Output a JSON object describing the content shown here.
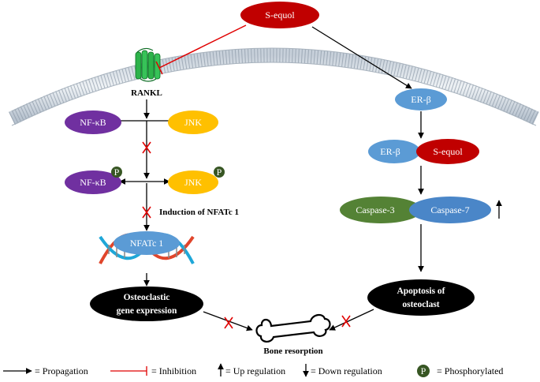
{
  "nodes": {
    "s_equol_top": "S-equol",
    "rankl": "RANKL",
    "nfkb_1": "NF-κB",
    "jnk_1": "JNK",
    "nfkb_2": "NF-κB",
    "jnk_2": "JNK",
    "phos_mark_1": "P",
    "phos_mark_2": "P",
    "induction": "Induction  of NFATc 1",
    "nfatc1": "NFATc 1",
    "osteo_gene_line1": "Osteoclastic",
    "osteo_gene_line2": "gene expression",
    "er_beta_1": "ER-β",
    "er_beta_2": "ER-β",
    "s_equol_complex": "S-equol",
    "caspase3": "Caspase-3",
    "caspase7": "Caspase-7",
    "apoptosis_line1": "Apoptosis  of",
    "apoptosis_line2": "osteoclast",
    "bone_resorption": "Bone resorption"
  },
  "legend": {
    "propagation": "= Propagation",
    "inhibition": "= Inhibition",
    "up": "= Up regulation",
    "down": "= Down regulation",
    "p_mark": "P",
    "phosphorylated": "= Phosphorylated"
  },
  "colors": {
    "red_node": "#c00000",
    "purple_node": "#7030a0",
    "yellow_node": "#ffc000",
    "blue_node": "#5b9bd5",
    "green_node": "#548235",
    "dark_node": "#000000",
    "phospho": "#375623",
    "block_mark": "#e00000"
  }
}
